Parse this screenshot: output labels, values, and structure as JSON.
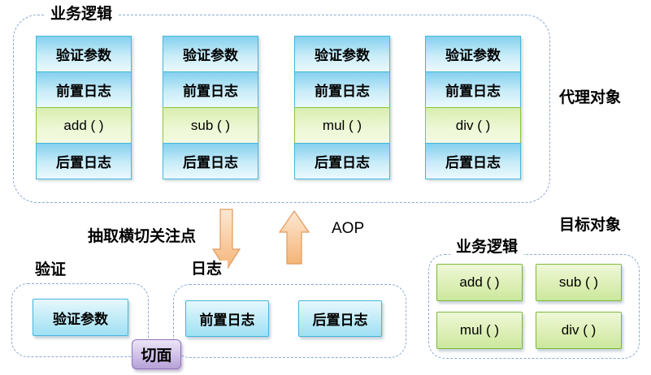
{
  "proxy_section": {
    "container_label": "业务逻辑",
    "side_label": "代理对象",
    "columns": [
      {
        "rows": [
          "验证参数",
          "前置日志",
          "add ( )",
          "后置日志"
        ]
      },
      {
        "rows": [
          "验证参数",
          "前置日志",
          "sub ( )",
          "后置日志"
        ]
      },
      {
        "rows": [
          "验证参数",
          "前置日志",
          "mul ( )",
          "后置日志"
        ]
      },
      {
        "rows": [
          "验证参数",
          "前置日志",
          "div ( )",
          "后置日志"
        ]
      }
    ]
  },
  "transform": {
    "extract_label": "抽取横切关注点",
    "aop_label": "AOP"
  },
  "aspects": {
    "badge_label": "切面",
    "validation": {
      "title": "验证",
      "boxes": [
        "验证参数"
      ]
    },
    "logging": {
      "title": "日志",
      "boxes": [
        "前置日志",
        "后置日志"
      ]
    }
  },
  "target_section": {
    "side_label": "目标对象",
    "container_label": "业务逻辑",
    "methods": [
      "add ( )",
      "sub ( )",
      "mul ( )",
      "div ( )"
    ]
  },
  "colors": {
    "blue_box_border": "#45b5dc",
    "green_box_border": "#8cc63f",
    "purple_border": "#8f72c0",
    "dashed_border": "#8aa9d8",
    "arrow_fill_light": "#fde8d4",
    "arrow_fill_dark": "#f4b476",
    "arrow_stroke": "#e19a5e"
  }
}
